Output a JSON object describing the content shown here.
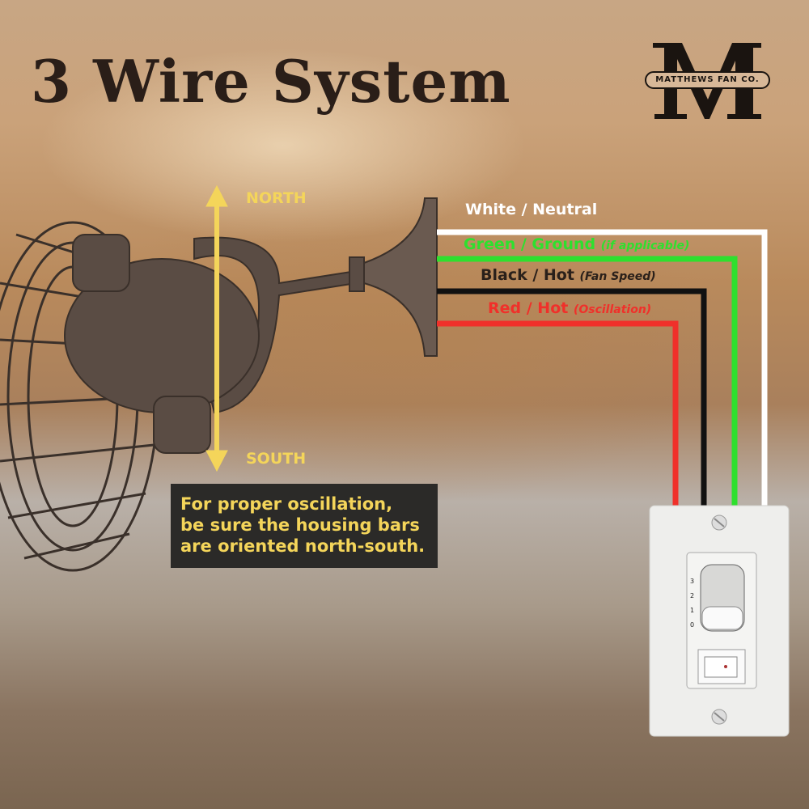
{
  "title": "3 Wire System",
  "logo": {
    "letter": "M",
    "text": "MATTHEWS FAN CO."
  },
  "directions": {
    "north": "NORTH",
    "south": "SOUTH"
  },
  "wires": [
    {
      "name": "White / Neutral",
      "note": "",
      "color": "#ffffff"
    },
    {
      "name": "Green / Ground",
      "note": "(if applicable)",
      "color": "#2ee02e"
    },
    {
      "name": "Black / Hot",
      "note": "(Fan Speed)",
      "color": "#111111"
    },
    {
      "name": "Red / Hot",
      "note": "(Oscillation)",
      "color": "#f0302a"
    }
  ],
  "note": [
    "For proper oscillation,",
    "be sure the housing bars",
    "are oriented north-south."
  ],
  "switch": {
    "speeds": [
      "3",
      "2",
      "1",
      "0"
    ]
  },
  "colors": {
    "accent": "#f4d55a",
    "title": "#2a1e18"
  }
}
